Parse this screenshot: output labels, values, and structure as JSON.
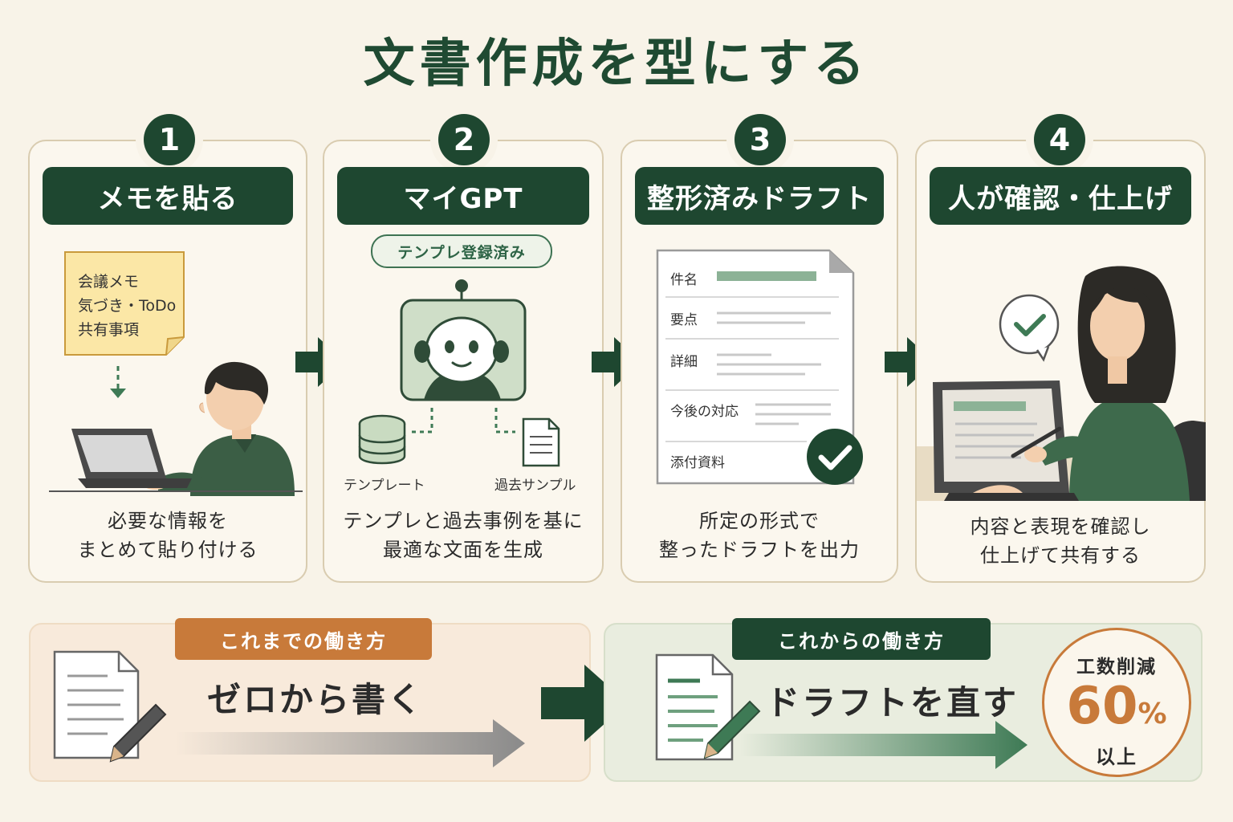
{
  "title": "文書作成を型にする",
  "steps": [
    {
      "num": "1",
      "header": "メモを貼る",
      "desc": [
        "必要な情報を",
        "まとめて貼り付ける"
      ],
      "note_lines": [
        "会議メモ",
        "気づき・ToDo",
        "共有事項"
      ]
    },
    {
      "num": "2",
      "header": "マイGPT",
      "desc": [
        "テンプレと過去事例を基に",
        "最適な文面を生成"
      ],
      "tag": "テンプレ登録済み",
      "labels": [
        "テンプレート",
        "過去サンプル"
      ]
    },
    {
      "num": "3",
      "header": "整形済みドラフト",
      "desc": [
        "所定の形式で",
        "整ったドラフトを出力"
      ],
      "doc_fields": [
        "件名",
        "要点",
        "詳細",
        "今後の対応",
        "添付資料"
      ]
    },
    {
      "num": "4",
      "header": "人が確認・仕上げ",
      "desc": [
        "内容と表現を確認し",
        "仕上げて共有する"
      ]
    }
  ],
  "before": {
    "label": "これまでの働き方",
    "text": "ゼロから書く"
  },
  "after": {
    "label": "これからの働き方",
    "text": "ドラフトを直す"
  },
  "badge": {
    "top": "工数削減",
    "value": "60",
    "unit": "%",
    "bottom": "以上"
  },
  "colors": {
    "dark_green": "#1e4730",
    "accent_orange": "#c87a3a",
    "light_green": "#e9eddf",
    "light_orange": "#f8eadb"
  }
}
